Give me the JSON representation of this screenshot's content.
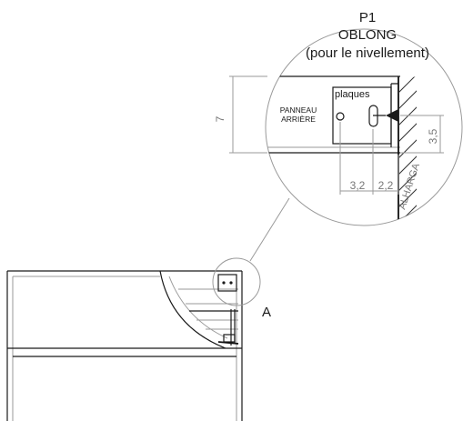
{
  "title": {
    "line1": "P1",
    "line2": "OBLONG",
    "line3": "(pour le nivellement)"
  },
  "labels": {
    "panel_line1": "PANNEAU",
    "panel_line2": "ARRIÈRE",
    "plates": "plaques",
    "detail_ref": "A",
    "side_text": "ALHARGA"
  },
  "dimensions": {
    "height_7": "7",
    "offset_3_5": "3,5",
    "offset_3_2": "3,2",
    "offset_2_2": "2,2"
  },
  "colors": {
    "line": "#1a1a1a",
    "dimension": "#777777",
    "hatch": "#333333"
  }
}
